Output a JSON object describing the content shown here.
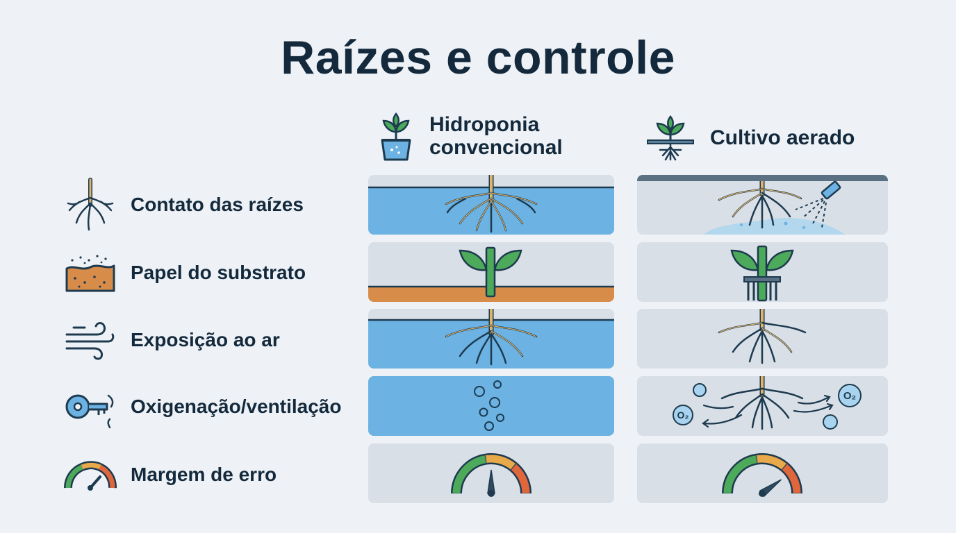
{
  "title": "Raízes e controle",
  "columns": [
    {
      "label": "Hidroponia\nconvencional",
      "icon": "potted-plant-icon"
    },
    {
      "label": "Cultivo aerado",
      "icon": "plant-on-platform-icon"
    }
  ],
  "rows": [
    {
      "label": "Contato das raízes",
      "icon": "roots-icon"
    },
    {
      "label": "Papel do substrato",
      "icon": "soil-substrate-icon"
    },
    {
      "label": "Exposição ao ar",
      "icon": "wind-icon"
    },
    {
      "label": "Oxigenação/ventilação",
      "icon": "key-icon"
    },
    {
      "label": "Margem de erro",
      "icon": "gauge-icon"
    }
  ],
  "o2_labels": [
    "O₂",
    "O₂"
  ],
  "gauges": {
    "conventional_level": 0.5,
    "aerated_level": 0.8
  },
  "colors": {
    "water": "#6cb2e2",
    "panel": "#d9dfe6",
    "root": "#e0b46a",
    "leaf": "#4caa5a",
    "substrate": "#d88c4a",
    "dark": "#1d3a4f"
  }
}
